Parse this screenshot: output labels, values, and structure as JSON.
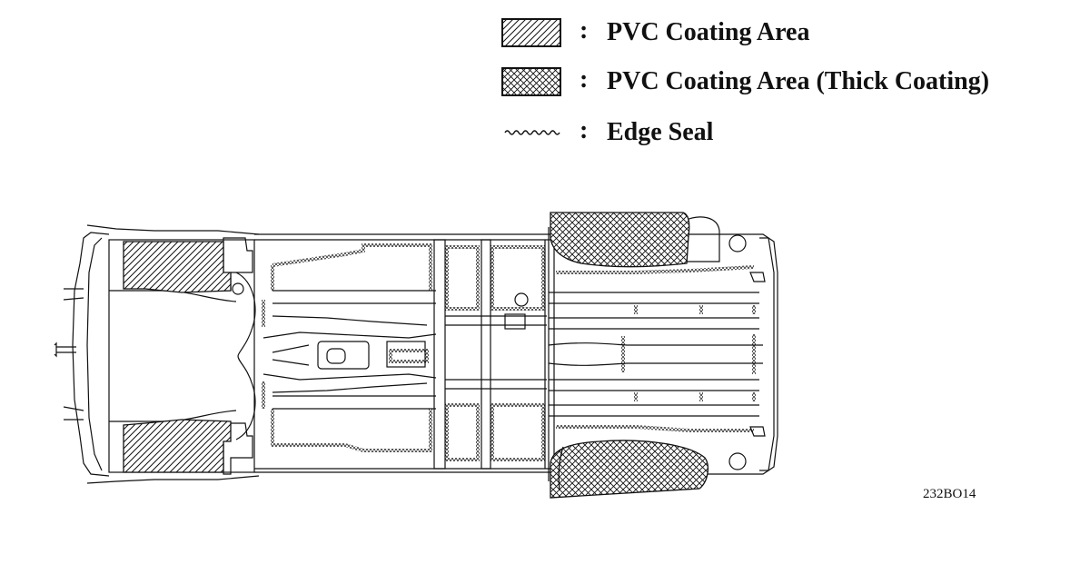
{
  "legend": {
    "items": [
      {
        "symbol": "hatched-swatch",
        "separator": ":",
        "label": "PVC Coating Area"
      },
      {
        "symbol": "crosshatched-swatch",
        "separator": ":",
        "label": "PVC Coating Area (Thick Coating)"
      },
      {
        "symbol": "wavy-line",
        "separator": ":",
        "label": "Edge Seal"
      }
    ]
  },
  "figure": {
    "code": "232BO14"
  },
  "colors": {
    "line": "#111111",
    "background": "#ffffff"
  }
}
